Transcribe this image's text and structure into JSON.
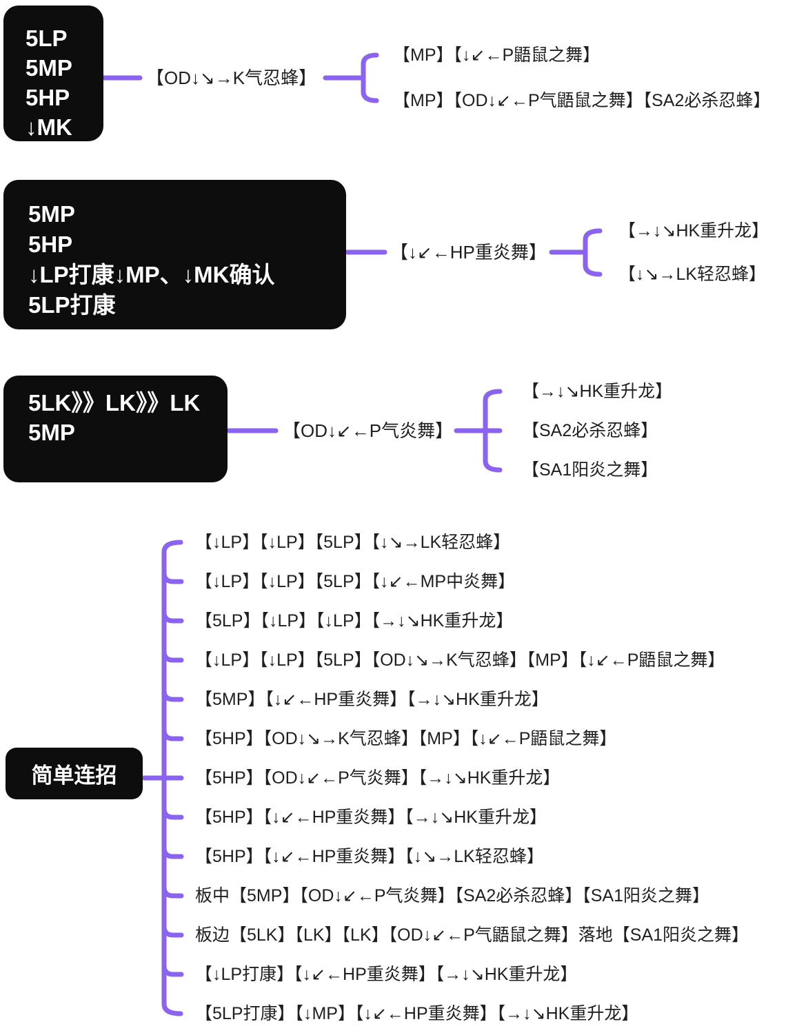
{
  "colors": {
    "accent": "#8a64f0",
    "box_bg": "#0d0d0d",
    "box_text": "#ffffff",
    "text": "#1f1f1f",
    "page_bg": "#ffffff"
  },
  "sections": [
    {
      "box_lines": [
        "5LP",
        "5MP",
        "5HP",
        "↓MK"
      ],
      "node": "【OD↓↘→K气忍蜂】",
      "children": [
        "【MP】【↓↙←P鼯鼠之舞】",
        "【MP】【OD↓↙←P气鼯鼠之舞】【SA2必杀忍蜂】"
      ]
    },
    {
      "box_lines": [
        "5MP",
        "5HP",
        "↓LP打康↓MP、↓MK确认",
        "5LP打康"
      ],
      "node": "【↓↙←HP重炎舞】",
      "children": [
        "【→↓↘HK重升龙】",
        "【↓↘→LK轻忍蜂】"
      ]
    },
    {
      "box_lines": [
        "5LK》》LK》》LK",
        "5MP"
      ],
      "node": "【OD↓↙←P气炎舞】",
      "children": [
        "【→↓↘HK重升龙】",
        "【SA2必杀忍蜂】",
        "【SA1阳炎之舞】"
      ]
    },
    {
      "box_label": "简单连招",
      "children": [
        "【↓LP】【↓LP】【5LP】【↓↘→LK轻忍蜂】",
        "【↓LP】【↓LP】【5LP】【↓↙←MP中炎舞】",
        "【5LP】【↓LP】【↓LP】【→↓↘HK重升龙】",
        "【↓LP】【↓LP】【5LP】【OD↓↘→K气忍蜂】【MP】【↓↙←P鼯鼠之舞】",
        "【5MP】【↓↙←HP重炎舞】【→↓↘HK重升龙】",
        "【5HP】【OD↓↘→K气忍蜂】【MP】【↓↙←P鼯鼠之舞】",
        "【5HP】【OD↓↙←P气炎舞】【→↓↘HK重升龙】",
        "【5HP】【↓↙←HP重炎舞】【→↓↘HK重升龙】",
        "【5HP】【↓↙←HP重炎舞】【↓↘→LK轻忍蜂】",
        "板中【5MP】【OD↓↙←P气炎舞】【SA2必杀忍蜂】【SA1阳炎之舞】",
        "板边【5LK】【LK】【LK】【OD↓↙←P气鼯鼠之舞】落地【SA1阳炎之舞】",
        "【↓LP打康】【↓↙←HP重炎舞】【→↓↘HK重升龙】",
        "【5LP打康】【↓MP】【↓↙←HP重炎舞】【→↓↘HK重升龙】"
      ]
    }
  ]
}
